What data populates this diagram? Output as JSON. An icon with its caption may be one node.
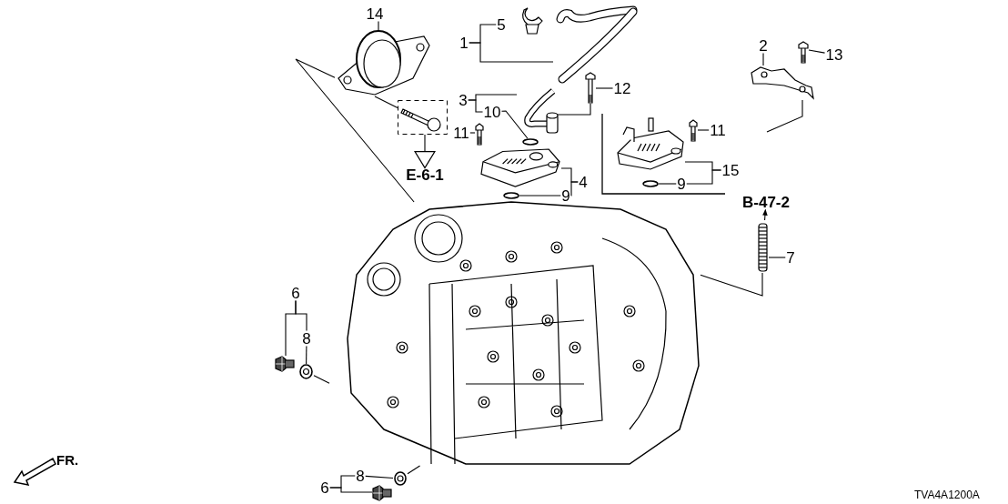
{
  "diagram": {
    "nodes": [
      {
        "text": [
          "14"
        ]
      },
      {
        "text": [],
        "shape": "picture"
      },
      {
        "text": [
          "5"
        ]
      },
      {
        "text": [],
        "shape": "picture"
      },
      {
        "text": [
          "1"
        ]
      },
      {
        "text": [],
        "shape": "picture"
      },
      {
        "text": [
          "2"
        ]
      },
      {
        "text": [],
        "shape": "picture"
      },
      {
        "text": [
          "13"
        ]
      },
      {
        "text": [],
        "shape": "picture"
      },
      {
        "text": [
          "3"
        ]
      },
      {
        "text": [],
        "shape": "picture"
      },
      {
        "text": [
          "10"
        ]
      },
      {
        "text": [],
        "shape": "circle"
      },
      {
        "text": [
          "12"
        ]
      },
      {
        "text": [],
        "shape": "picture"
      },
      {
        "text": [
          "11"
        ]
      },
      {
        "text": [],
        "shape": "picture"
      },
      {
        "text": [],
        "shape": "picture"
      },
      {
        "text": [
          "E-6-1"
        ]
      },
      {
        "text": [
          "4"
        ]
      },
      {
        "text": [],
        "shape": "picture"
      },
      {
        "text": [
          "9"
        ]
      },
      {
        "text": [],
        "shape": "circle"
      },
      {
        "text": [
          "11"
        ]
      },
      {
        "text": [],
        "shape": "picture"
      },
      {
        "text": [
          "15"
        ]
      },
      {
        "text": [],
        "shape": "picture"
      },
      {
        "text": [
          "9"
        ]
      },
      {
        "text": [],
        "shape": "circle"
      },
      {
        "text": [
          "B-47-2"
        ]
      },
      {
        "text": [
          "7"
        ]
      },
      {
        "text": [],
        "shape": "picture"
      },
      {
        "text": [
          "6"
        ]
      },
      {
        "text": [
          "8"
        ]
      },
      {
        "text": [],
        "shape": "bolt"
      },
      {
        "text": [],
        "shape": "picture"
      },
      {
        "text": [
          "8"
        ]
      },
      {
        "text": [
          "6"
        ]
      },
      {
        "text": [],
        "shape": "picture"
      },
      {
        "text": [],
        "shape": "bolt"
      },
      {
        "text": [],
        "shape": "picture"
      }
    ],
    "edges": [
      {
        "from": 0,
        "to": 1,
        "arrow": "none"
      },
      {
        "from": 4,
        "to": 2,
        "arrow": "none"
      },
      {
        "from": 4,
        "to": 5,
        "arrow": "none"
      },
      {
        "from": 6,
        "to": 7,
        "arrow": "none"
      },
      {
        "from": 8,
        "to": 9,
        "arrow": "none"
      },
      {
        "from": 7,
        "to": null,
        "arrow": "none"
      },
      {
        "from": 10,
        "to": 11,
        "arrow": "none"
      },
      {
        "from": 10,
        "to": 12,
        "arrow": "none"
      },
      {
        "from": 12,
        "to": 13,
        "arrow": "none"
      },
      {
        "from": 14,
        "to": 15,
        "arrow": "none"
      },
      {
        "from": 15,
        "to": 11,
        "arrow": "none"
      },
      {
        "from": 16,
        "to": 17,
        "arrow": "none"
      },
      {
        "from": 18,
        "to": 19,
        "arrow": "to"
      },
      {
        "from": 18,
        "to": 1,
        "arrow": "none"
      },
      {
        "from": 20,
        "to": 21,
        "arrow": "none"
      },
      {
        "from": 20,
        "to": 22,
        "arrow": "none"
      },
      {
        "from": 22,
        "to": 23,
        "arrow": "none"
      },
      {
        "from": 24,
        "to": 25,
        "arrow": "none"
      },
      {
        "from": 26,
        "to": 27,
        "arrow": "none"
      },
      {
        "from": 26,
        "to": 28,
        "arrow": "none"
      },
      {
        "from": 28,
        "to": 29,
        "arrow": "none"
      },
      {
        "from": 32,
        "to": 30,
        "arrow": "to"
      },
      {
        "from": 31,
        "to": 32,
        "arrow": "none"
      },
      {
        "from": 32,
        "to": 41,
        "arrow": "none"
      },
      {
        "from": 33,
        "to": 35,
        "arrow": "none"
      },
      {
        "from": 33,
        "to": 34,
        "arrow": "none"
      },
      {
        "from": 34,
        "to": 36,
        "arrow": "none"
      },
      {
        "from": 36,
        "to": 41,
        "arrow": "none"
      },
      {
        "from": 38,
        "to": 37,
        "arrow": "none"
      },
      {
        "from": 38,
        "to": 40,
        "arrow": "none"
      },
      {
        "from": 37,
        "to": 39,
        "arrow": "none"
      },
      {
        "from": 39,
        "to": 41,
        "arrow": "none"
      },
      {
        "from": 1,
        "to": 41,
        "arrow": "none"
      }
    ],
    "labels": [
      "FR.",
      "TVA4A1200A"
    ]
  }
}
